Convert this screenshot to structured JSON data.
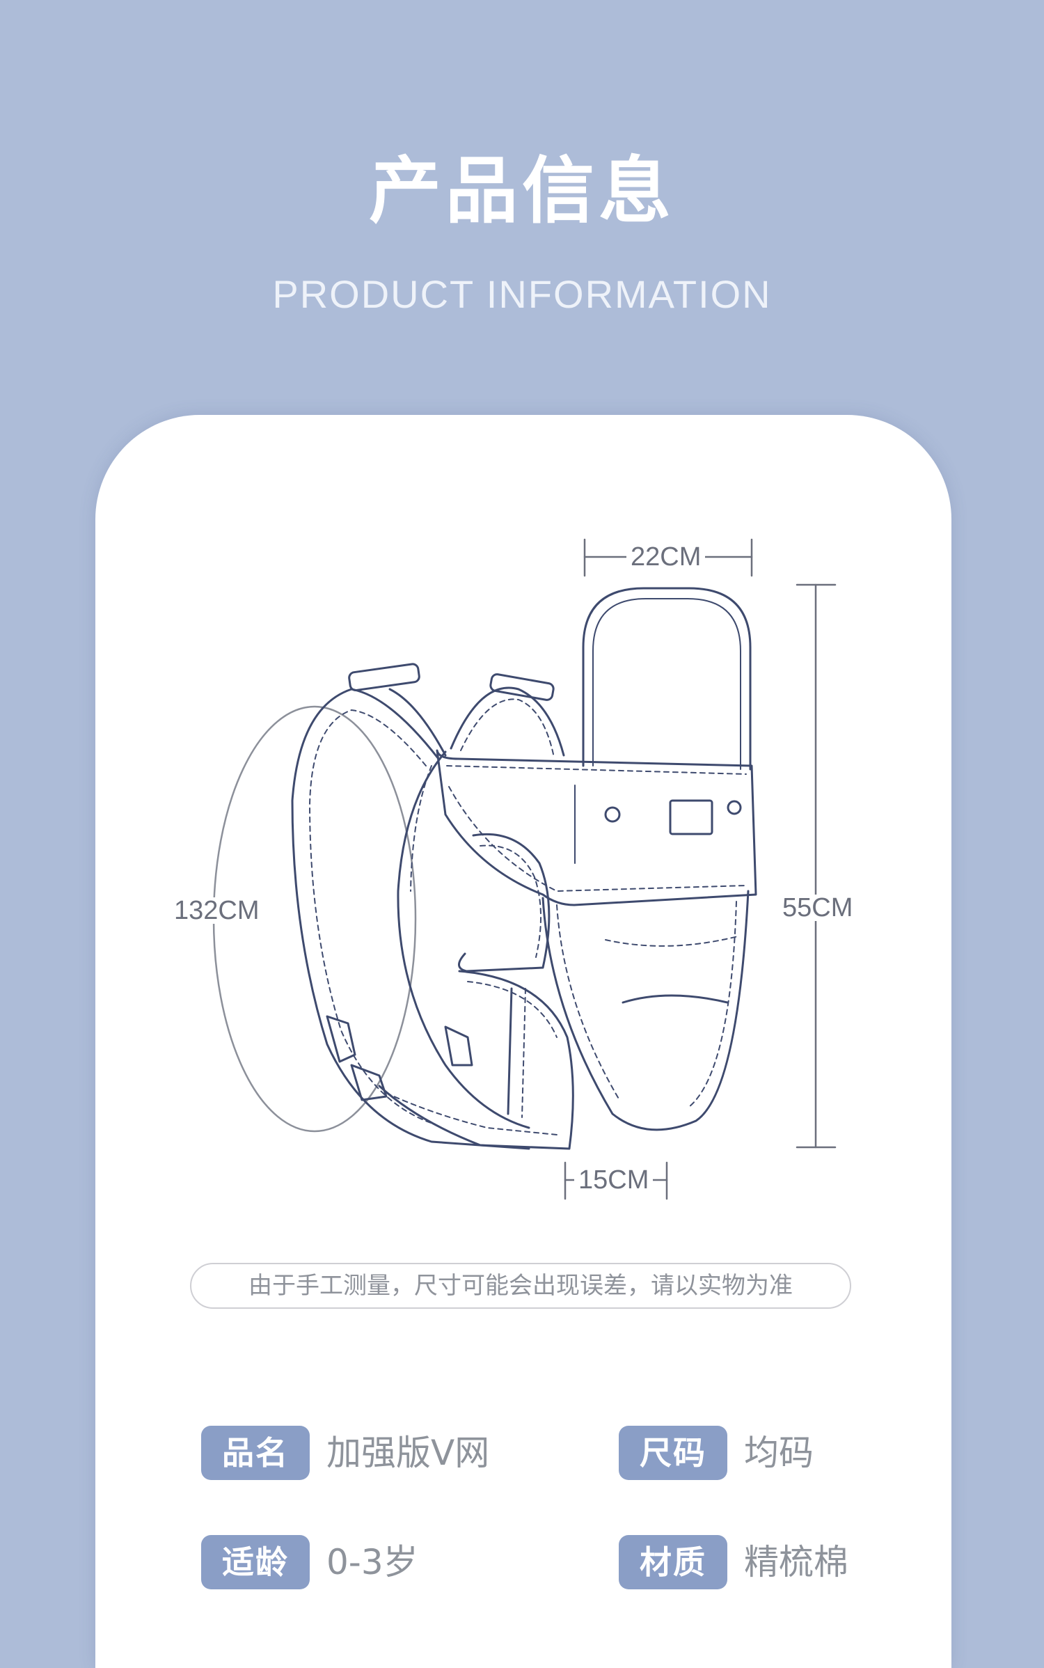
{
  "header": {
    "title": "产品信息",
    "subtitle": "PRODUCT INFORMATION"
  },
  "diagram": {
    "dimensions": {
      "top_width": "22CM",
      "height": "55CM",
      "strap_length": "132CM",
      "bottom_width": "15CM"
    }
  },
  "note": "由于手工测量，尺寸可能会出现误差，请以实物为准",
  "specs": [
    {
      "label": "品名",
      "value": "加强版V网"
    },
    {
      "label": "尺码",
      "value": "均码"
    },
    {
      "label": "适龄",
      "value": "0-3岁"
    },
    {
      "label": "材质",
      "value": "精梳棉"
    }
  ],
  "colors": {
    "background": "#adbcd8",
    "badge": "#8a9ec6",
    "line_art": "#3e4a6e"
  }
}
